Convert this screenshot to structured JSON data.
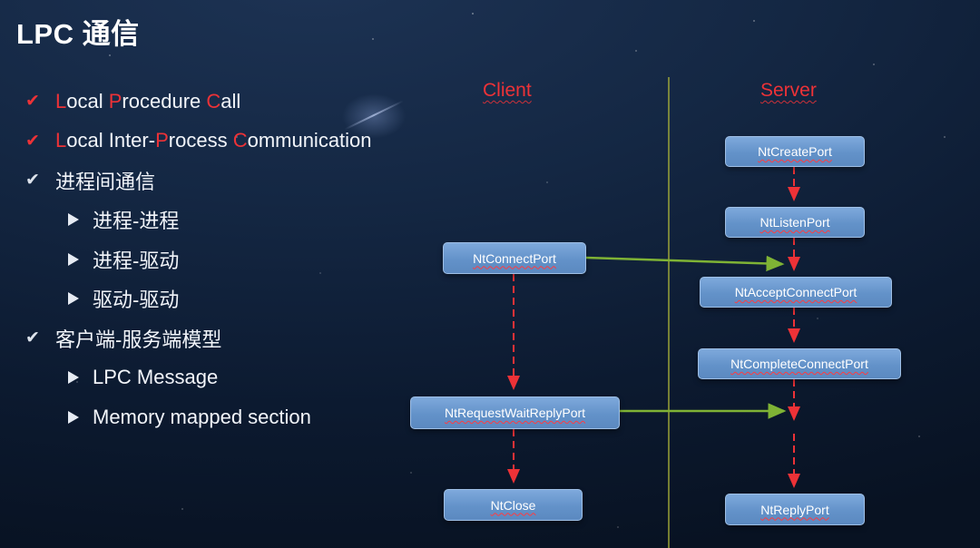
{
  "title": "LPC 通信",
  "colors": {
    "accent_red": "#ed3237",
    "arrow_green": "#7fb335",
    "divider_olive": "#a9b239",
    "box_fill": "#6392c9",
    "box_border": "#9fbfe5",
    "text_white": "#f2f5fa"
  },
  "bullets": [
    {
      "level": 0,
      "marker": "check-icon",
      "marker_color": "red",
      "segments": [
        {
          "text": "L",
          "red": true
        },
        {
          "text": "ocal ",
          "red": false
        },
        {
          "text": "P",
          "red": true
        },
        {
          "text": "rocedure ",
          "red": false
        },
        {
          "text": "C",
          "red": true
        },
        {
          "text": "all",
          "red": false
        }
      ]
    },
    {
      "level": 0,
      "marker": "check-icon",
      "marker_color": "red",
      "segments": [
        {
          "text": "L",
          "red": true
        },
        {
          "text": "ocal Inter-",
          "red": false
        },
        {
          "text": "P",
          "red": true
        },
        {
          "text": "rocess ",
          "red": false
        },
        {
          "text": "C",
          "red": true
        },
        {
          "text": "ommunication",
          "red": false
        }
      ]
    },
    {
      "level": 0,
      "marker": "check-icon",
      "marker_color": "white",
      "segments": [
        {
          "text": "进程间通信",
          "red": false
        }
      ]
    },
    {
      "level": 1,
      "marker": "arrowhead-icon",
      "marker_color": "white",
      "segments": [
        {
          "text": "进程-进程",
          "red": false
        }
      ]
    },
    {
      "level": 1,
      "marker": "arrowhead-icon",
      "marker_color": "white",
      "segments": [
        {
          "text": "进程-驱动",
          "red": false
        }
      ]
    },
    {
      "level": 1,
      "marker": "arrowhead-icon",
      "marker_color": "white",
      "segments": [
        {
          "text": "驱动-驱动",
          "red": false
        }
      ]
    },
    {
      "level": 0,
      "marker": "check-icon",
      "marker_color": "white",
      "segments": [
        {
          "text": "客户端-服务端模型",
          "red": false
        }
      ]
    },
    {
      "level": 1,
      "marker": "arrowhead-icon",
      "marker_color": "white",
      "segments": [
        {
          "text": "LPC Message",
          "red": false
        }
      ]
    },
    {
      "level": 1,
      "marker": "arrowhead-icon",
      "marker_color": "white",
      "segments": [
        {
          "text": "Memory mapped section",
          "red": false
        }
      ]
    }
  ],
  "diagram": {
    "client_label": "Client",
    "server_label": "Server",
    "boxes": [
      {
        "id": "NtCreatePort",
        "label": "NtCreatePort",
        "column": "server"
      },
      {
        "id": "NtListenPort",
        "label": "NtListenPort",
        "column": "server"
      },
      {
        "id": "NtAcceptConnectPort",
        "label": "NtAcceptConnectPort",
        "column": "server"
      },
      {
        "id": "NtCompleteConnectPort",
        "label": "NtCompleteConnectPort",
        "column": "server"
      },
      {
        "id": "NtReplyPort",
        "label": "NtReplyPort",
        "column": "server"
      },
      {
        "id": "NtConnectPort",
        "label": "NtConnectPort",
        "column": "client"
      },
      {
        "id": "NtRequestWaitReplyPort",
        "label": "NtRequestWaitReplyPort",
        "column": "client"
      },
      {
        "id": "NtClose",
        "label": "NtClose",
        "column": "client"
      }
    ],
    "arrows": [
      {
        "from": "NtCreatePort",
        "to": "NtListenPort",
        "style": "dashed-red"
      },
      {
        "from": "NtListenPort",
        "to": "NtAcceptConnectPort",
        "style": "dashed-red"
      },
      {
        "from": "NtAcceptConnectPort",
        "to": "NtCompleteConnectPort",
        "style": "dashed-red"
      },
      {
        "from": "NtCompleteConnectPort",
        "to": "NtReplyPort",
        "style": "dashed-red"
      },
      {
        "from": "NtConnectPort",
        "to": "NtRequestWaitReplyPort",
        "style": "dashed-red"
      },
      {
        "from": "NtRequestWaitReplyPort",
        "to": "NtClose",
        "style": "dashed-red"
      },
      {
        "from": "NtConnectPort",
        "to": "NtAcceptConnectPort",
        "style": "solid-green"
      },
      {
        "from": "NtRequestWaitReplyPort",
        "to": "NtReplyPort",
        "style": "solid-green"
      }
    ]
  }
}
